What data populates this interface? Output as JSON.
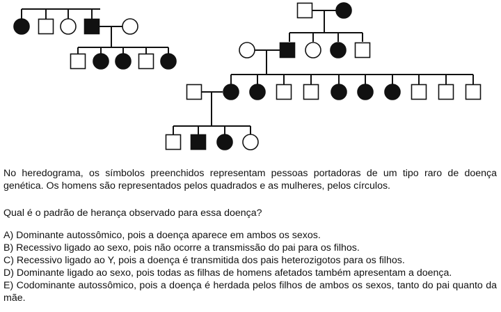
{
  "pedigree": {
    "individuals": [
      {
        "id": "f1-mother",
        "sex": "female",
        "affected": true
      },
      {
        "id": "f1-son-1",
        "sex": "male",
        "affected": false
      },
      {
        "id": "f1-daughter-1",
        "sex": "female",
        "affected": false
      },
      {
        "id": "f1-son-2",
        "sex": "male",
        "affected": true
      },
      {
        "id": "f1-spouse",
        "sex": "female",
        "affected": false
      },
      {
        "id": "f1-grandson-1",
        "sex": "male",
        "affected": false
      },
      {
        "id": "f1-granddaughter-1",
        "sex": "female",
        "affected": true
      },
      {
        "id": "f1-granddaughter-2",
        "sex": "female",
        "affected": true
      },
      {
        "id": "f1-grandson-2",
        "sex": "male",
        "affected": false
      },
      {
        "id": "f1-granddaughter-3",
        "sex": "female",
        "affected": true
      },
      {
        "id": "f2-grandfather",
        "sex": "male",
        "affected": false
      },
      {
        "id": "f2-grandmother",
        "sex": "female",
        "affected": true
      },
      {
        "id": "f2-wife",
        "sex": "female",
        "affected": false
      },
      {
        "id": "f2-son-affected",
        "sex": "male",
        "affected": true
      },
      {
        "id": "f2-daughter-1",
        "sex": "female",
        "affected": false
      },
      {
        "id": "f2-daughter-2",
        "sex": "female",
        "affected": true
      },
      {
        "id": "f2-son-2",
        "sex": "male",
        "affected": false
      },
      {
        "id": "f2-husband",
        "sex": "male",
        "affected": false
      },
      {
        "id": "f2-child-1",
        "sex": "female",
        "affected": true
      },
      {
        "id": "f2-child-2",
        "sex": "female",
        "affected": true
      },
      {
        "id": "f2-child-3",
        "sex": "male",
        "affected": false
      },
      {
        "id": "f2-child-4",
        "sex": "male",
        "affected": false
      },
      {
        "id": "f2-child-5",
        "sex": "female",
        "affected": true
      },
      {
        "id": "f2-child-6",
        "sex": "female",
        "affected": true
      },
      {
        "id": "f2-child-7",
        "sex": "female",
        "affected": true
      },
      {
        "id": "f2-child-8",
        "sex": "male",
        "affected": false
      },
      {
        "id": "f2-child-9",
        "sex": "male",
        "affected": false
      },
      {
        "id": "f2-child-10",
        "sex": "male",
        "affected": false
      },
      {
        "id": "f2-grandchild-1",
        "sex": "male",
        "affected": false
      },
      {
        "id": "f2-grandchild-2",
        "sex": "male",
        "affected": true
      },
      {
        "id": "f2-grandchild-3",
        "sex": "female",
        "affected": true
      },
      {
        "id": "f2-grandchild-4",
        "sex": "female",
        "affected": false
      }
    ]
  },
  "text": {
    "paragraph": "No heredograma, os símbolos preenchidos representam pessoas portadoras de um tipo raro de doença genética. Os homens são representados pelos quadrados e as mulheres, pelos círculos.",
    "question": "Qual é o padrão de herança observado para essa doença?",
    "options": {
      "a": "A) Dominante autossômico, pois a doença aparece em ambos os sexos.",
      "b": "B) Recessivo ligado ao sexo, pois não ocorre a transmissão do pai para os filhos.",
      "c": "C) Recessivo ligado ao Y, pois a doença é transmitida dos pais heterozigotos para os filhos.",
      "d": "D) Dominante ligado ao sexo, pois todas as filhas de  homens afetados também apresentam a doença.",
      "e": "E) Codominante autossômico, pois a doença é herdada pelos filhos de ambos os sexos, tanto do pai quanto da mãe."
    }
  }
}
